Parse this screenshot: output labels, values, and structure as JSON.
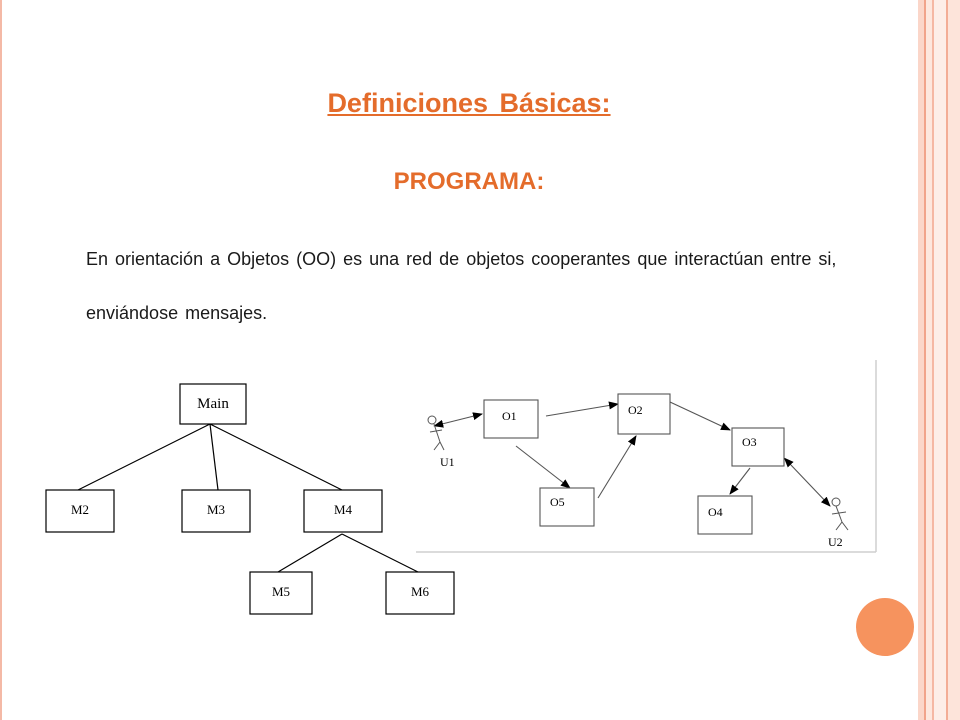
{
  "slide": {
    "title": "Definiciones Básicas:",
    "subtitle": "PROGRAMA:",
    "paragraph": "En orientación a Objetos (OO) es una red de objetos cooperantes que interactúan entre si, enviándose mensajes."
  },
  "hierarchy_diagram": {
    "root": "Main",
    "level1": [
      "M2",
      "M3",
      "M4"
    ],
    "level2": [
      "M5",
      "M6"
    ]
  },
  "object_network_diagram": {
    "objects": [
      "O1",
      "O2",
      "O3",
      "O4",
      "O5"
    ],
    "users": [
      "U1",
      "U2"
    ]
  },
  "colors": {
    "accent": "#e46c2b",
    "circle": "#f6935e",
    "border": "#f4b9a6"
  }
}
